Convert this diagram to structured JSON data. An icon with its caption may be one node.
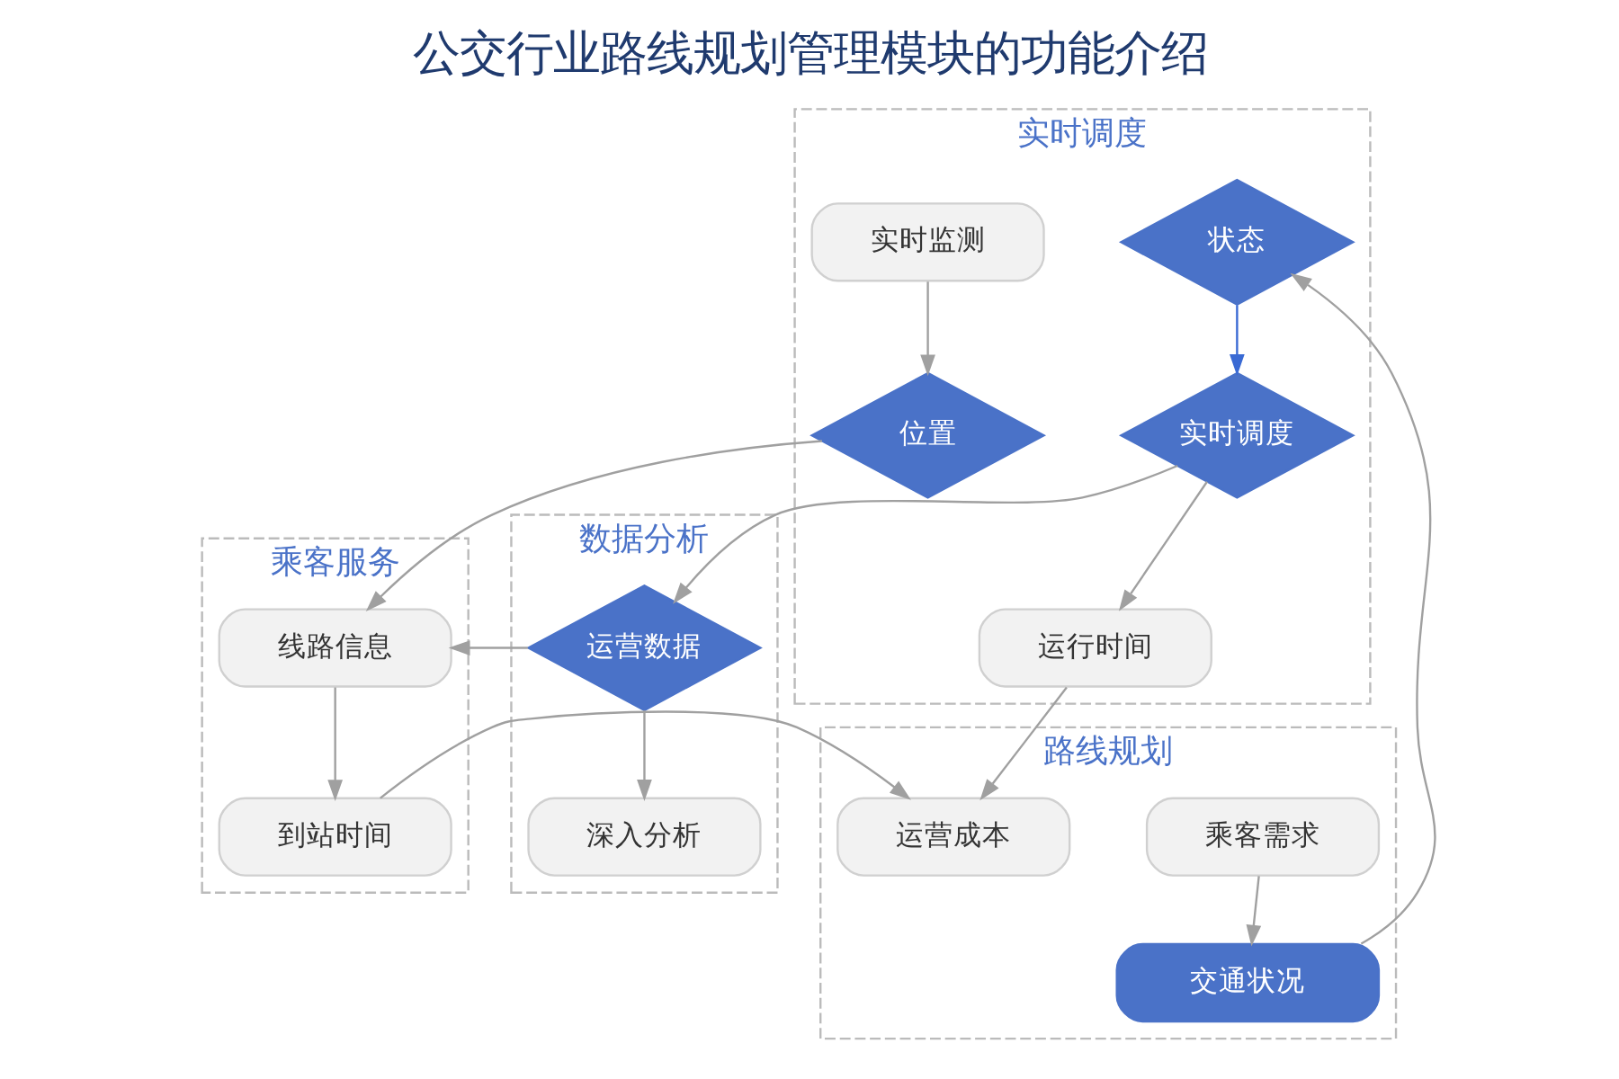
{
  "diagram": {
    "title": "公交行业路线规划管理模块的功能介绍",
    "nodes": [
      {
        "text": [
          "路线规划"
        ]
      },
      {
        "text": [
          "实时调度"
        ]
      },
      {
        "text": [
          "数据分析"
        ]
      },
      {
        "text": [
          "乘客服务"
        ]
      },
      {
        "text": [
          "乘客需求"
        ],
        "in": 0
      },
      {
        "text": [
          "交通状况"
        ],
        "in": 0
      },
      {
        "text": [
          "运营成本"
        ],
        "in": 0
      },
      {
        "text": [
          "实时监测"
        ],
        "in": 1
      },
      {
        "text": [
          "位置"
        ],
        "in": 1
      },
      {
        "text": [
          "状态"
        ],
        "in": 1
      },
      {
        "text": [
          "实时调度"
        ],
        "in": 1
      },
      {
        "text": [
          "运行时间"
        ],
        "in": 1
      },
      {
        "text": [
          "运营数据"
        ],
        "in": 2
      },
      {
        "text": [
          "深入分析"
        ],
        "in": 2
      },
      {
        "text": [
          "线路信息"
        ],
        "in": 3
      },
      {
        "text": [
          "到站时间"
        ],
        "in": 3
      }
    ],
    "edges": [
      {
        "from": 4,
        "to": 5,
        "arrow": "to"
      },
      {
        "from": 7,
        "to": 8,
        "arrow": "to"
      },
      {
        "from": 8,
        "to": 14,
        "arrow": "to"
      },
      {
        "from": 5,
        "to": 9,
        "arrow": "to"
      },
      {
        "from": 9,
        "to": 10,
        "arrow": "to",
        "color": "#3a6ad4"
      },
      {
        "from": 10,
        "to": 12,
        "arrow": "to"
      },
      {
        "from": 12,
        "to": 14,
        "arrow": "to"
      },
      {
        "from": 12,
        "to": 13,
        "arrow": "to"
      },
      {
        "from": 10,
        "to": 11,
        "arrow": "to"
      },
      {
        "from": 14,
        "to": 15,
        "arrow": "to"
      },
      {
        "from": 15,
        "to": 6,
        "arrow": "to"
      },
      {
        "from": 11,
        "to": 6,
        "arrow": "to"
      }
    ]
  }
}
